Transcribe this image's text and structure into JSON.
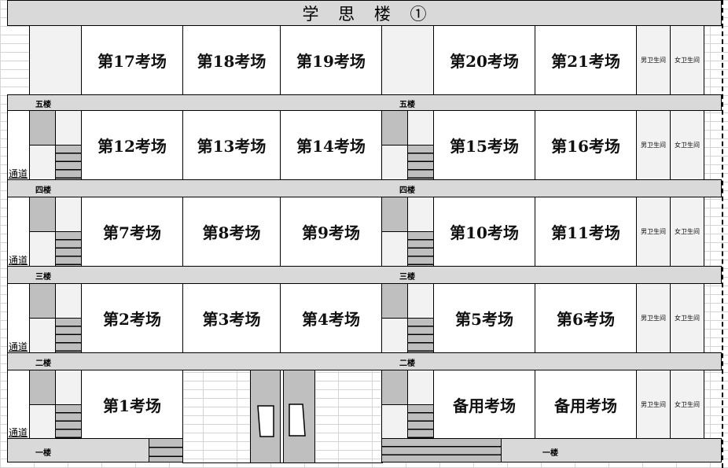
{
  "title": "学 思 楼 ①",
  "floors": {
    "five": "五楼",
    "four": "四楼",
    "three": "三楼",
    "two": "二楼",
    "one": "一楼"
  },
  "passage_label": "通道",
  "restrooms": {
    "male": "男卫生间",
    "female": "女卫生间"
  },
  "rows": {
    "floor5": [
      "第17考场",
      "第18考场",
      "第19考场",
      "第20考场",
      "第21考场"
    ],
    "floor4": [
      "第12考场",
      "第13考场",
      "第14考场",
      "第15考场",
      "第16考场"
    ],
    "floor3": [
      "第7考场",
      "第8考场",
      "第9考场",
      "第10考场",
      "第11考场"
    ],
    "floor2": [
      "第2考场",
      "第3考场",
      "第4考场",
      "第5考场",
      "第6考场"
    ],
    "floor1": [
      "第1考场",
      "备用考场",
      "备用考场"
    ]
  },
  "colors": {
    "bar": "#d9d9d9",
    "stair": "#bfbfbf",
    "light": "#f2f2f2",
    "border": "#000000"
  }
}
